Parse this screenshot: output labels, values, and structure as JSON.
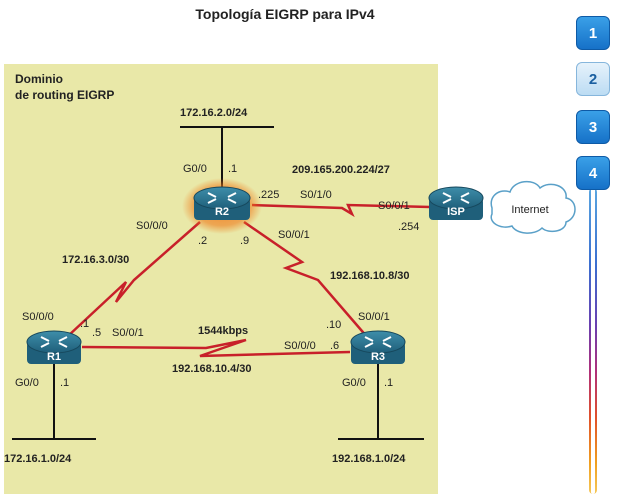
{
  "title": "Topología EIGRP para IPv4",
  "domain_label": [
    "Dominio",
    "de routing EIGRP"
  ],
  "nav": {
    "buttons": [
      {
        "label": "1",
        "active": false
      },
      {
        "label": "2",
        "active": true
      },
      {
        "label": "3",
        "active": false
      },
      {
        "label": "4",
        "active": false
      }
    ]
  },
  "routers": {
    "r1": "R1",
    "r2": "R2",
    "r3": "R3",
    "isp": "ISP"
  },
  "cloud": "Internet",
  "labels": {
    "net_r2_lan": "172.16.2.0/24",
    "r2_g00": "G0/0",
    "r2_g00_host": ".1",
    "net_isp": "209.165.200.224/27",
    "r2_s010_host": ".225",
    "r2_s010": "S0/1/0",
    "isp_s001": "S0/0/1",
    "isp_host": ".254",
    "r2_s000": "S0/0/0",
    "r2_s000_host": ".2",
    "r2_s001_host": ".9",
    "r2_s001": "S0/0/1",
    "net_r1_r2": "172.16.3.0/30",
    "net_r2_r3": "192.168.10.8/30",
    "r1_s000": "S0/0/0",
    "r1_s000_host": ".1",
    "r1_s001_host": ".5",
    "r1_s001": "S0/0/1",
    "bandwidth": "1544kbps",
    "r3_s001_host": ".10",
    "r3_s001": "S0/0/1",
    "r3_s000": "S0/0/0",
    "r3_s000_host": ".6",
    "net_r1_r3": "192.168.10.4/30",
    "r1_g00": "G0/0",
    "r1_g00_host": ".1",
    "r3_g00": "G0/0",
    "r3_g00_host": ".1",
    "net_r1_lan": "172.16.1.0/24",
    "net_r3_lan": "192.168.1.0/24"
  },
  "colors": {
    "serial_link": "#c8202a",
    "ethernet_link": "#111111",
    "router_body": "#1f5f7a",
    "router_highlight": "#f07a1a",
    "domain_fill": "#e9e8a8"
  }
}
